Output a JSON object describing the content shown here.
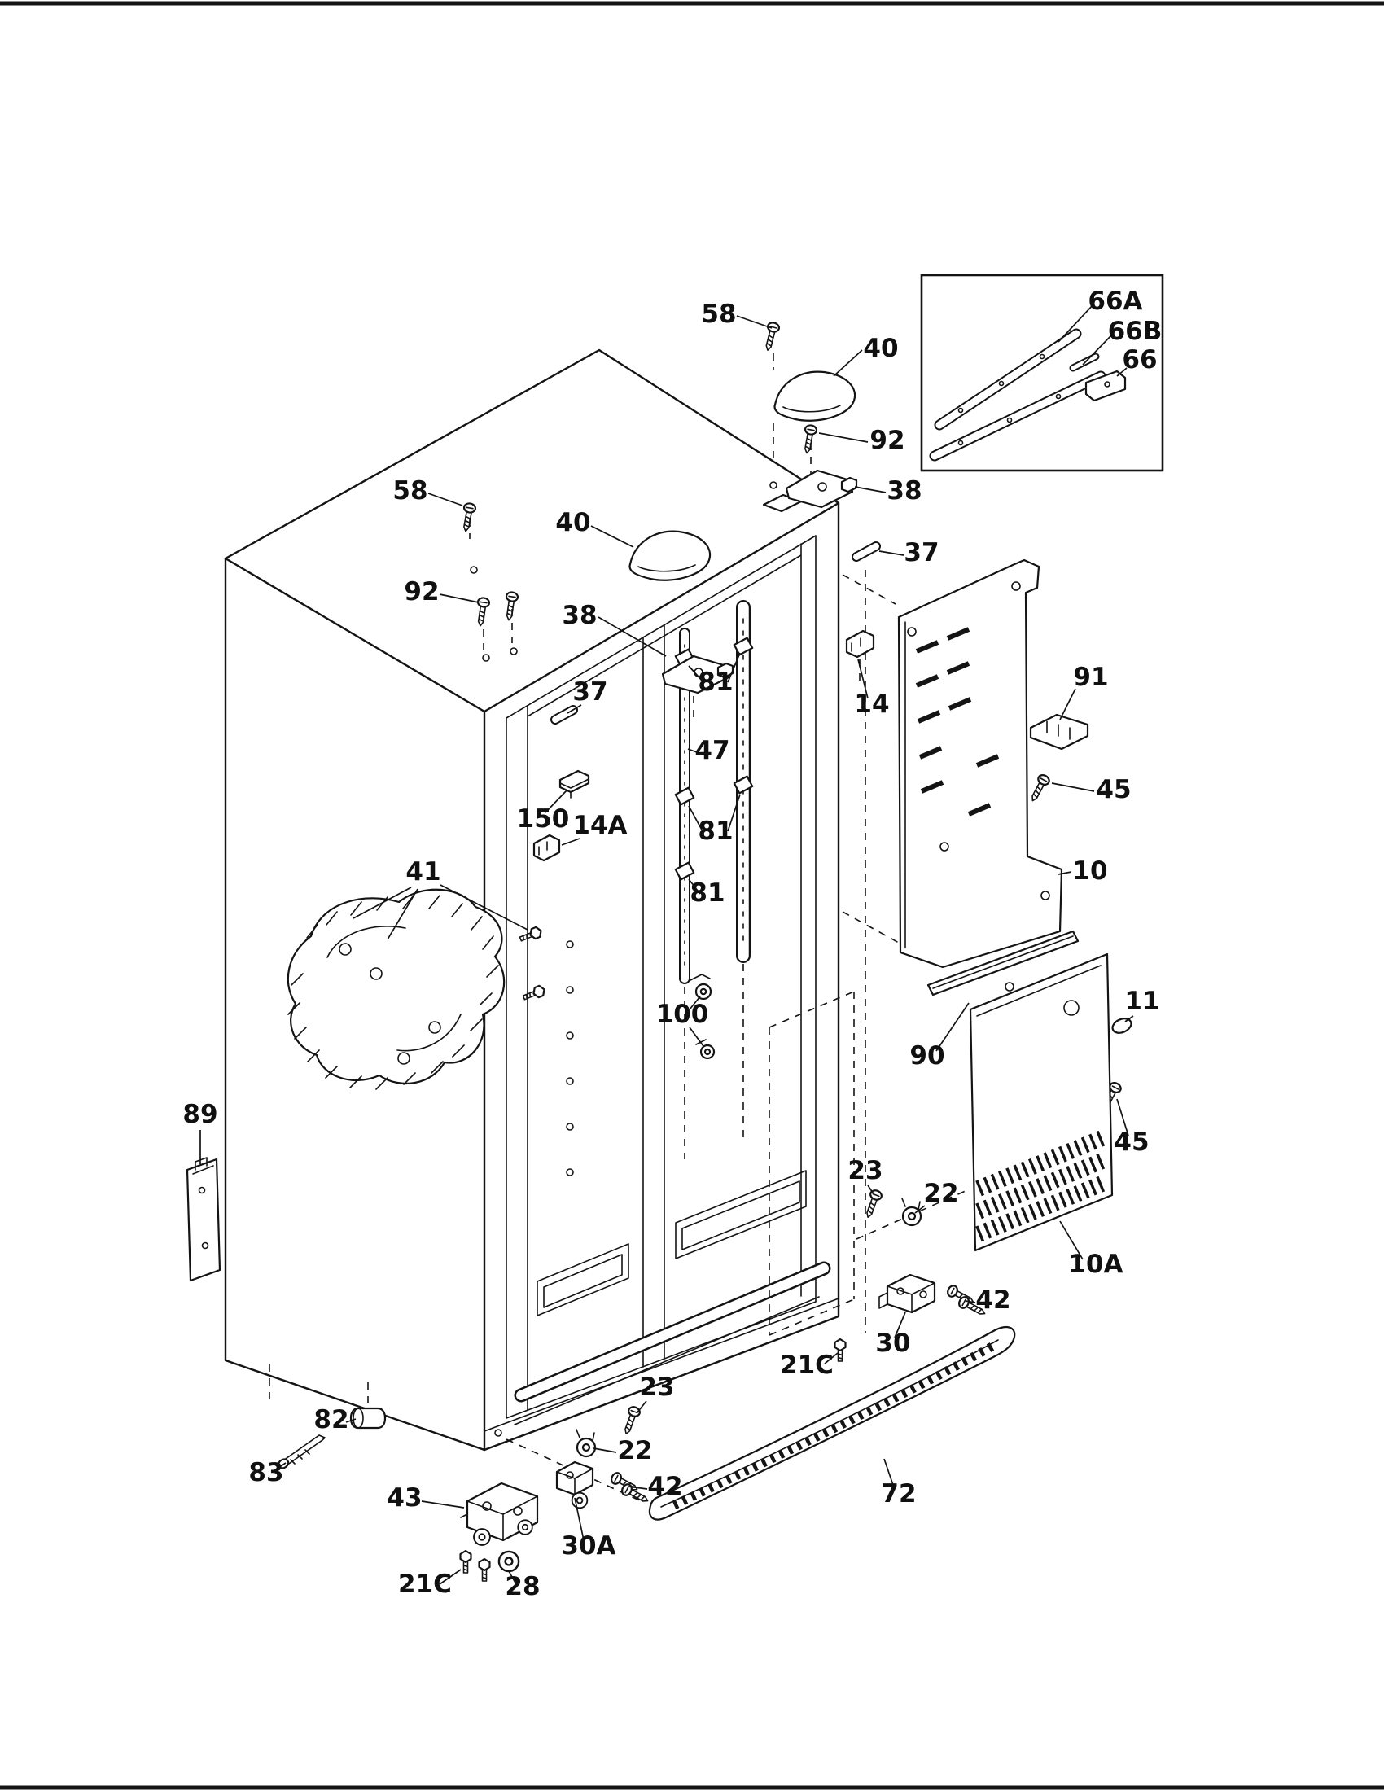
{
  "page": {
    "background": "#ffffff",
    "ink": "#141414"
  },
  "callouts": [
    {
      "label": "58"
    },
    {
      "label": "40"
    },
    {
      "label": "92"
    },
    {
      "label": "38"
    },
    {
      "label": "66A"
    },
    {
      "label": "66B"
    },
    {
      "label": "66"
    },
    {
      "label": "58"
    },
    {
      "label": "40"
    },
    {
      "label": "92"
    },
    {
      "label": "38"
    },
    {
      "label": "37"
    },
    {
      "label": "37"
    },
    {
      "label": "81"
    },
    {
      "label": "14"
    },
    {
      "label": "91"
    },
    {
      "label": "47"
    },
    {
      "label": "45"
    },
    {
      "label": "150"
    },
    {
      "label": "14A"
    },
    {
      "label": "81"
    },
    {
      "label": "10"
    },
    {
      "label": "41"
    },
    {
      "label": "81"
    },
    {
      "label": "100"
    },
    {
      "label": "11"
    },
    {
      "label": "90"
    },
    {
      "label": "45"
    },
    {
      "label": "89"
    },
    {
      "label": "23"
    },
    {
      "label": "22"
    },
    {
      "label": "10A"
    },
    {
      "label": "42"
    },
    {
      "label": "30"
    },
    {
      "label": "21C"
    },
    {
      "label": "23"
    },
    {
      "label": "82"
    },
    {
      "label": "22"
    },
    {
      "label": "83"
    },
    {
      "label": "42"
    },
    {
      "label": "43"
    },
    {
      "label": "72"
    },
    {
      "label": "30A"
    },
    {
      "label": "21C"
    },
    {
      "label": "28"
    }
  ]
}
